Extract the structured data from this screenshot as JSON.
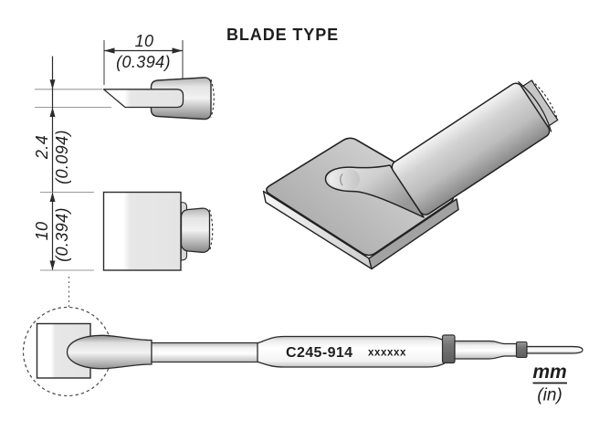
{
  "title": "BLADE TYPE",
  "dimensions": {
    "length": {
      "metric": "10",
      "imperial": "(0.394)"
    },
    "thickness": {
      "metric": "2.4",
      "imperial": "(0.094)"
    },
    "width": {
      "metric": "10",
      "imperial": "(0.394)"
    }
  },
  "cartridge": {
    "model": "C245-914",
    "marking": "xxxxxx"
  },
  "units": {
    "metric": "mm",
    "imperial": "(in)"
  },
  "colors": {
    "outline": "#2b2b2b",
    "extension_line": "#9a9a9a",
    "blade_white": "#ffffff",
    "blade_gray": "#e7e7e7",
    "metal_light": "#f2f2f2",
    "metal_dark": "#8a8a8a",
    "band": "#6f6f6f",
    "background": "#ffffff"
  }
}
